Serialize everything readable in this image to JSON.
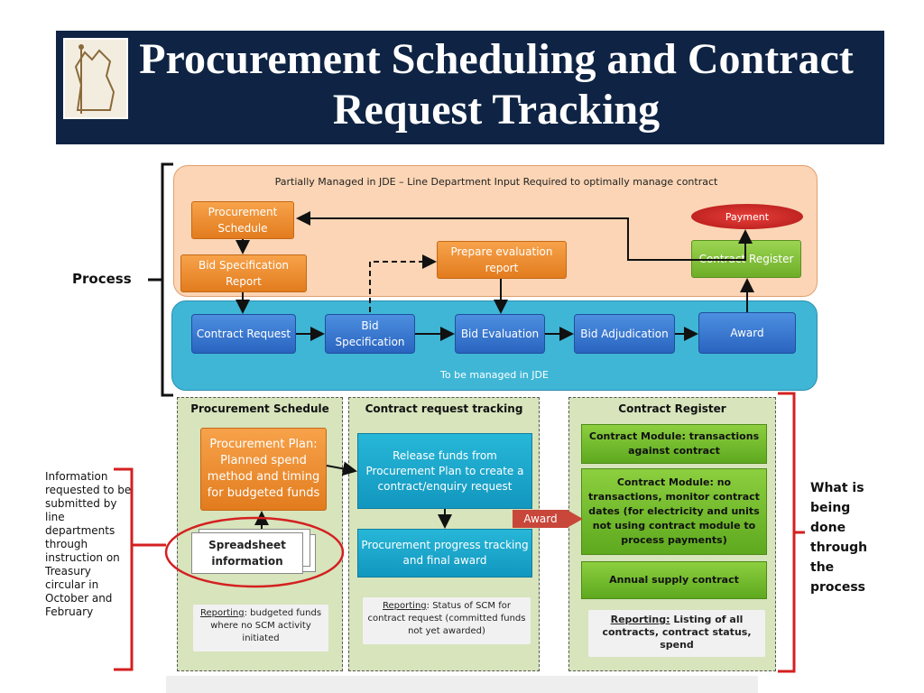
{
  "title": "Procurement Scheduling and Contract Request Tracking",
  "orange_panel": {
    "caption": "Partially Managed in JDE – Line Department Input Required to optimally manage contract",
    "procurement_schedule": "Procurement Schedule",
    "bid_spec_report": "Bid Specification Report",
    "prepare_evaluation": "Prepare evaluation report",
    "payment": "Payment",
    "contract_register": "Contract Register"
  },
  "blue_panel": {
    "caption": "To be managed in JDE",
    "steps": [
      "Contract Request",
      "Bid Specification",
      "Bid Evaluation",
      "Bid Adjudication",
      "Award"
    ]
  },
  "process_label": "Process",
  "columns": {
    "schedule": {
      "heading": "Procurement  Schedule",
      "plan": "Procurement Plan: Planned spend method and timing for budgeted funds",
      "spreadsheet": "Spreadsheet information",
      "report_key": "Reporting",
      "report_text": ": budgeted funds where no SCM activity initiated"
    },
    "tracking": {
      "heading": "Contract  request  tracking",
      "release": "Release funds from Procurement Plan to create a contract/enquiry request",
      "progress": "Procurement progress tracking and final award",
      "report_key": "Reporting",
      "report_text": ": Status of SCM for contract request (committed funds not yet awarded)"
    },
    "register": {
      "heading": "Contract  Register",
      "module1": "Contract Module: transactions against contract",
      "module2": "Contract Module: no transactions, monitor contract dates  (for electricity and units not using contract module to process payments)",
      "annual": "Annual supply contract",
      "report_key": "Reporting:",
      "report_text": "  Listing of all contracts, contract status, spend"
    }
  },
  "award_tag": "Award",
  "left_note": "Information requested to be submitted by line departments through instruction on Treasury circular in October and February",
  "right_note": "What is being done through the process",
  "colors": {
    "header": "#0f2444",
    "orange": "#e27c1e",
    "blue": "#2a64c0",
    "green": "#6fae2a",
    "cyan": "#1297bf"
  }
}
